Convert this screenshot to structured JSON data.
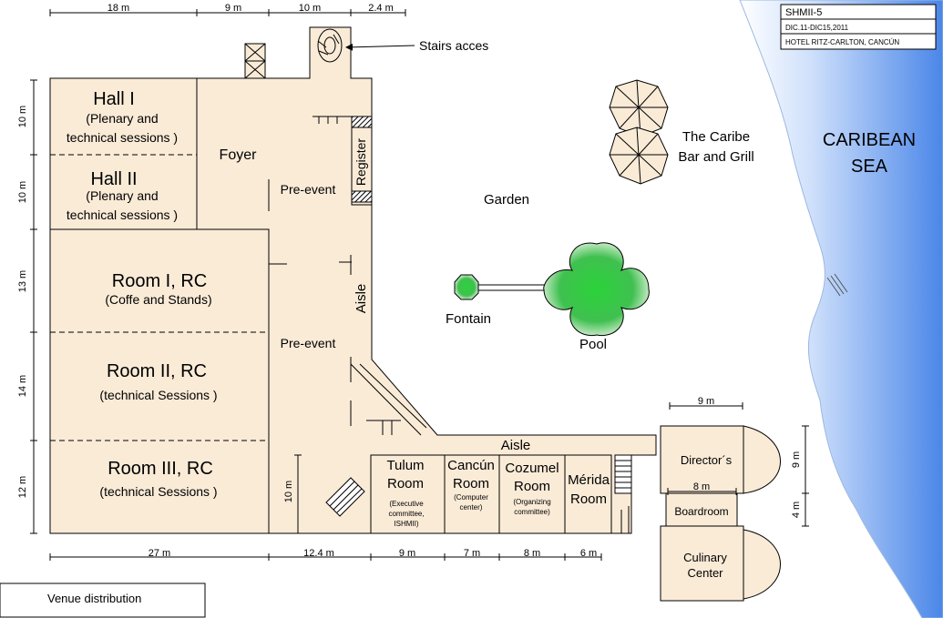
{
  "header": {
    "code": "SHMII-5",
    "dates": "DIC.11-DIC15,2011",
    "hotel": "HOTEL RITZ-CARLTON, CANCÚN"
  },
  "sea": {
    "line1": "CARIBEAN",
    "line2": "SEA"
  },
  "caption": "Venue distribution",
  "dims_top": [
    "18 m",
    "9 m",
    "10 m",
    "2.4 m"
  ],
  "dims_bottom": [
    "27 m",
    "12.4 m",
    "9 m",
    "7 m",
    "8 m",
    "6 m"
  ],
  "dims_left": [
    "10 m",
    "10 m",
    "13 m",
    "14 m",
    "12 m"
  ],
  "dims_misc": {
    "inner_10m": "10 m",
    "right_9m_top": "9 m",
    "right_8m": "8 m",
    "right_9m_side": "9 m",
    "right_4m_side": "4 m"
  },
  "labels": {
    "stairs": "Stairs acces",
    "hall1_title": "Hall I",
    "hall1_sub1": "(Plenary and",
    "hall1_sub2": "technical sessions )",
    "hall2_title": "Hall II",
    "hall2_sub1": "(Plenary and",
    "hall2_sub2": "technical sessions )",
    "foyer": "Foyer",
    "pre_event_1": "Pre-event",
    "pre_event_2": "Pre-event",
    "register": "Register",
    "aisle_vertical": "Aisle",
    "aisle_horizontal": "Aisle",
    "room1_title": "Room I, RC",
    "room1_sub": "(Coffe and Stands)",
    "room2_title": "Room II, RC",
    "room2_sub": "(technical Sessions )",
    "room3_title": "Room III, RC",
    "room3_sub": "(technical Sessions )",
    "tulum_1": "Tulum",
    "tulum_2": "Room",
    "tulum_sub1": "(Executive",
    "tulum_sub2": "committee,",
    "tulum_sub3": "ISHMII)",
    "cancun_1": "Cancún",
    "cancun_2": "Room",
    "cancun_sub1": "(Computer",
    "cancun_sub2": "center)",
    "cozumel_1": "Cozumel",
    "cozumel_2": "Room",
    "cozumel_sub1": "(Organizing",
    "cozumel_sub2": "committee)",
    "merida_1": "Mérida",
    "merida_2": "Room",
    "directors": "Director´s",
    "boardroom": "Boardroom",
    "culinary_1": "Culinary",
    "culinary_2": "Center",
    "garden": "Garden",
    "caribe_1": "The Caribe",
    "caribe_2": "Bar and Grill",
    "fontain": "Fontain",
    "pool": "Pool"
  },
  "colors": {
    "floor": "#faebd7",
    "sea": "#4a86e8",
    "pool": "#2ecc40",
    "line": "#000000"
  }
}
